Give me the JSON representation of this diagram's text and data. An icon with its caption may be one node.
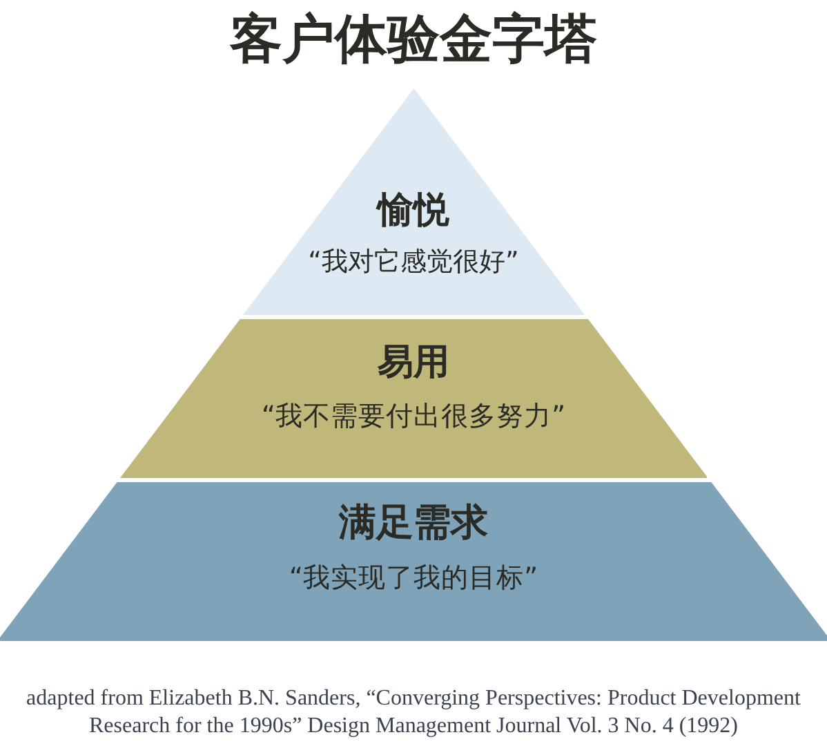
{
  "diagram": {
    "title": "客户体验金字塔",
    "caption": "adapted from Elizabeth B.N. Sanders, “Converging Perspectives: Product Development Research for the 1990s” Design Management Journal Vol. 3 No. 4 (1992)",
    "nodes": [
      {
        "text": [
          "愉悦",
          "“我对它感觉很好”"
        ]
      },
      {
        "text": [
          "易用",
          "“我不需要付出很多努力”"
        ]
      },
      {
        "text": [
          "满足需求",
          "“我实现了我的目标”"
        ]
      }
    ]
  }
}
